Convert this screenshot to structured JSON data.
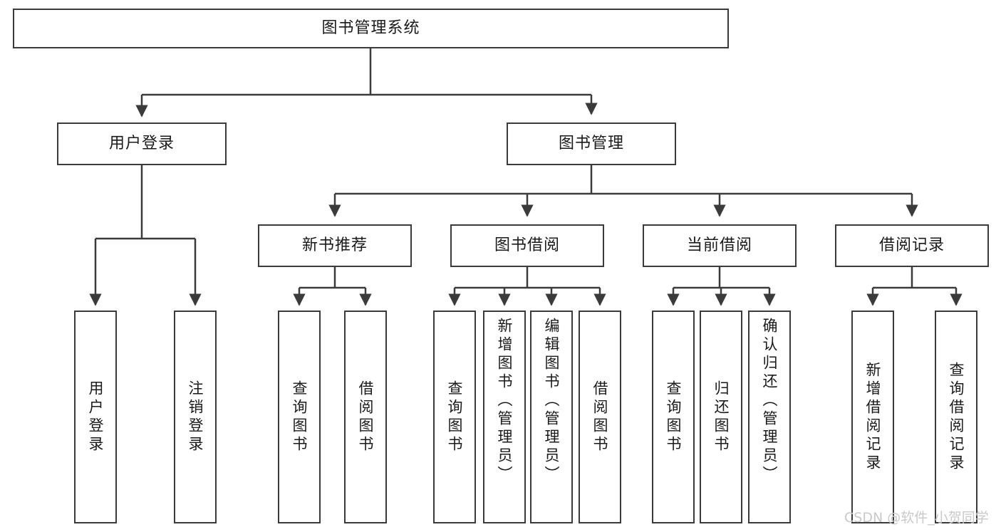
{
  "diagram": {
    "title": "图书管理系统",
    "type": "tree-hierarchy",
    "watermark": "CSDN @软件_小贺同学",
    "stroke_color": "#3b3b3b",
    "background_color": "#ffffff",
    "text_color": "#1a1a1a"
  },
  "nodes": {
    "root": {
      "label": "图书管理系统",
      "level": 1
    },
    "level2": [
      {
        "id": "user-login",
        "label": "用户登录"
      },
      {
        "id": "book-management",
        "label": "图书管理"
      }
    ],
    "level3": [
      {
        "id": "new-book-recommend",
        "label": "新书推荐"
      },
      {
        "id": "book-borrow",
        "label": "图书借阅"
      },
      {
        "id": "current-borrow",
        "label": "当前借阅"
      },
      {
        "id": "borrow-record",
        "label": "借阅记录"
      }
    ],
    "leaves": {
      "user-login": [
        {
          "id": "leaf-user-login",
          "label": "用户登录"
        },
        {
          "id": "leaf-logout-login",
          "label": "注销登录"
        }
      ],
      "new-book-recommend": [
        {
          "id": "leaf-query-book-1",
          "label": "查询图书"
        },
        {
          "id": "leaf-borrow-book-1",
          "label": "借阅图书"
        }
      ],
      "book-borrow": [
        {
          "id": "leaf-query-book-2",
          "label": "查询图书"
        },
        {
          "id": "leaf-add-book",
          "label": "新增图书（管理员）"
        },
        {
          "id": "leaf-edit-book",
          "label": "编辑图书（管理员）"
        },
        {
          "id": "leaf-borrow-book-2",
          "label": "借阅图书"
        }
      ],
      "current-borrow": [
        {
          "id": "leaf-query-book-3",
          "label": "查询图书"
        },
        {
          "id": "leaf-return-book",
          "label": "归还图书"
        },
        {
          "id": "leaf-confirm-return",
          "label": "确认归还（管理员）"
        }
      ],
      "borrow-record": [
        {
          "id": "leaf-add-record",
          "label": "新增借阅记录"
        },
        {
          "id": "leaf-query-record",
          "label": "查询借阅记录"
        }
      ]
    }
  }
}
